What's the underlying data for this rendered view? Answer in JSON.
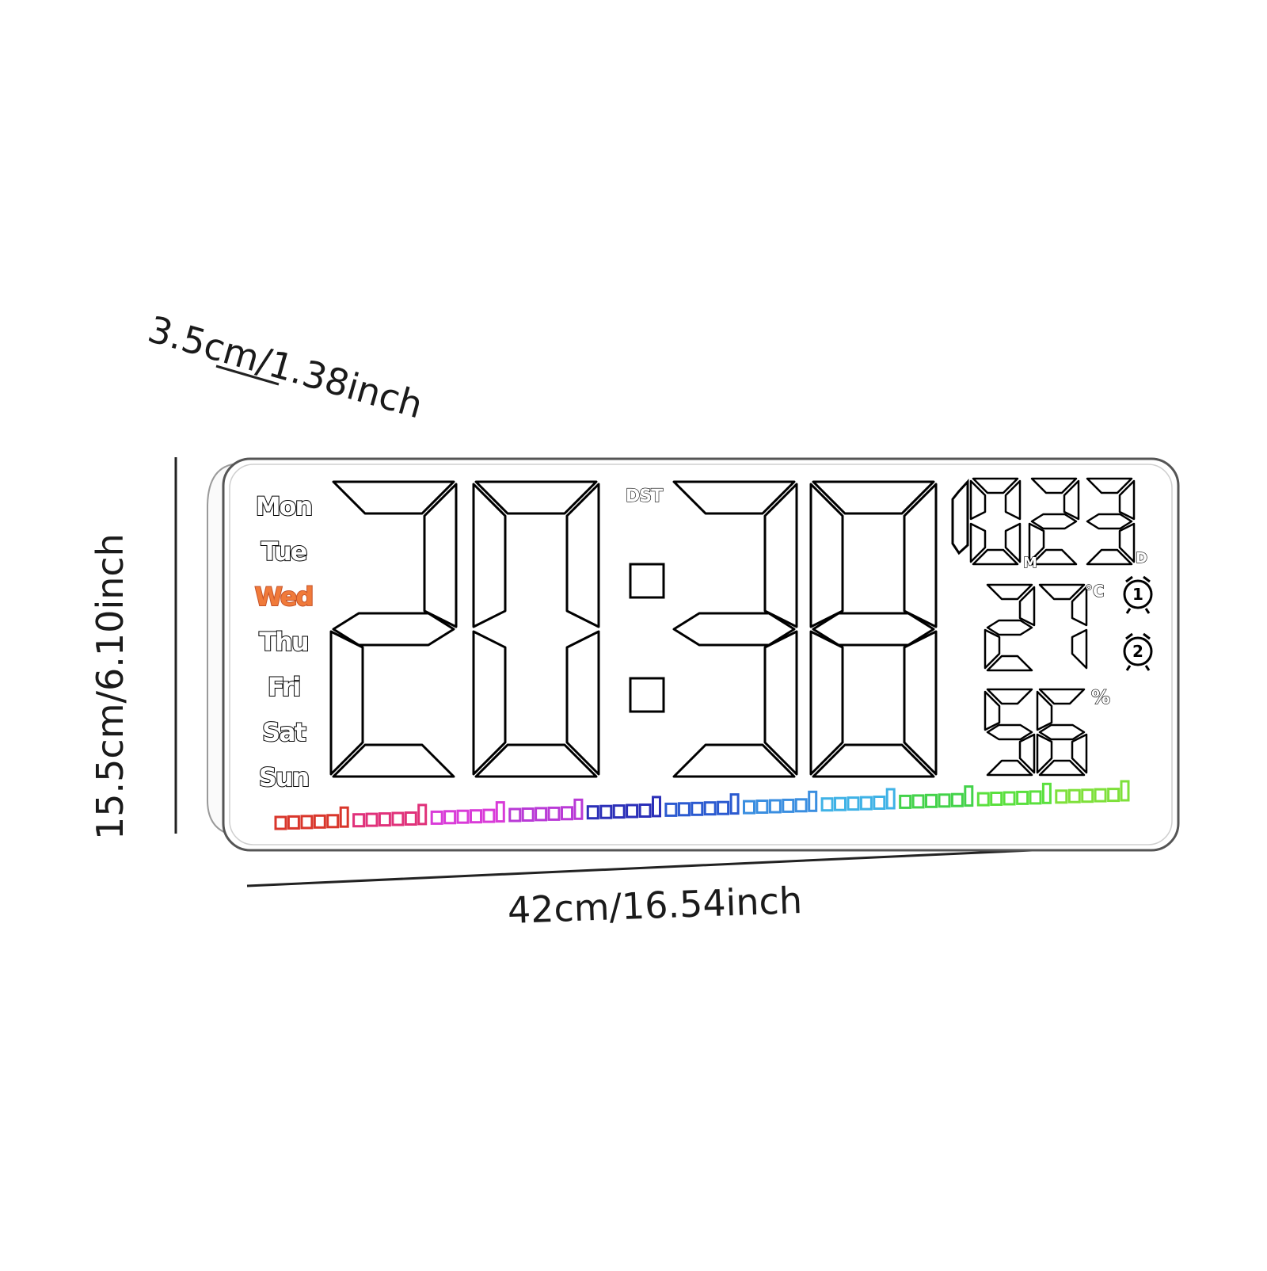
{
  "dimensions": {
    "depth": "3.5cm/1.38inch",
    "height": "15.5cm/6.10inch",
    "width": "42cm/16.54inch"
  },
  "clock": {
    "weekdays": [
      "Mon",
      "Tue",
      "Wed",
      "Thu",
      "Fri",
      "Sat",
      "Sun"
    ],
    "active_weekday": "Wed",
    "time_digits": [
      "2",
      "0",
      "3",
      "8"
    ],
    "dst_label": "DST",
    "date": {
      "month": "10",
      "day": "23",
      "month_marker": "M",
      "day_marker": "D"
    },
    "temperature": {
      "value": "27",
      "unit": "°C"
    },
    "humidity": {
      "value": "56",
      "unit": "%"
    },
    "alarm_icons": [
      "alarm-1-icon",
      "alarm-2-icon"
    ],
    "rainbow_bar_colors": [
      "#d9362b",
      "#e0317a",
      "#d93bd8",
      "#b93ad6",
      "#2b2fb8",
      "#2b5ad0",
      "#3a8ee0",
      "#3fb2e6",
      "#43d24a",
      "#5ae03e",
      "#7ee03a"
    ],
    "active_weekday_color": "#f07a3a"
  }
}
